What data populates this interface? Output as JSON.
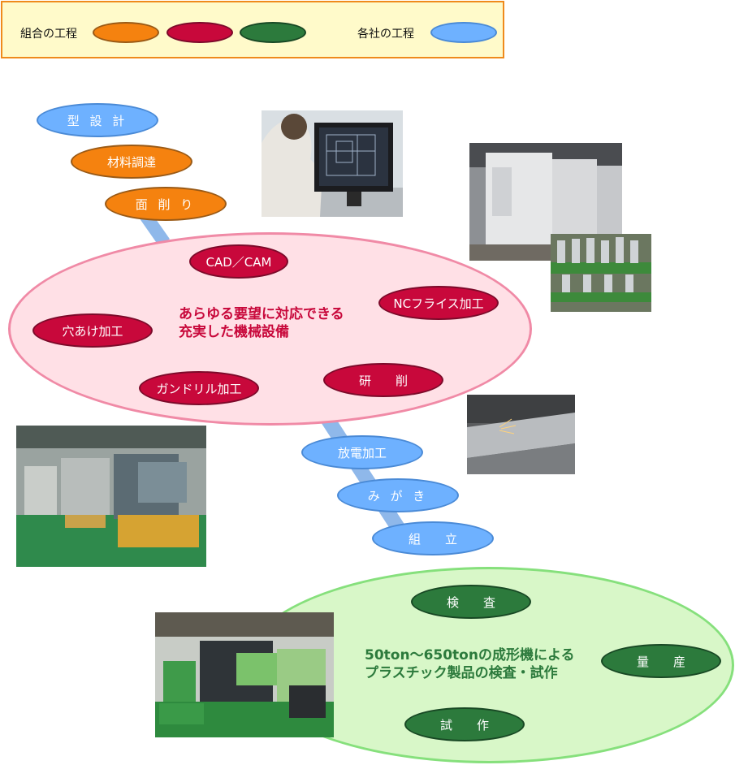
{
  "legend": {
    "union_label": "組合の工程",
    "member_label": "各社の工程"
  },
  "upper_steps": [
    "型 設 計",
    "材料調達",
    "面 削 り"
  ],
  "machining": {
    "description_line1": "あらゆる要望に対応できる",
    "description_line2": "充実した機械設備",
    "items": [
      "CAD／CAM",
      "NCフライス加工",
      "穴あけ加工",
      "ガンドリル加工",
      "研　　削"
    ]
  },
  "middle_steps": [
    "放電加工",
    "み が き",
    "組　　立"
  ],
  "molding": {
    "description_line1": "50ton～650tonの成形機による",
    "description_line2": "プラスチック製品の検査・試作",
    "items": [
      "検　　査",
      "量　　産",
      "試　　作"
    ]
  },
  "colors": {
    "orange": "#f5820f",
    "red": "#c8083b",
    "green": "#2c7a3c",
    "blue": "#6eb1ff",
    "pink_fill": "#ffe0e6",
    "pink_border": "#f08aa6",
    "green_fill": "#d8f7c8",
    "green_border": "#86e07c"
  }
}
